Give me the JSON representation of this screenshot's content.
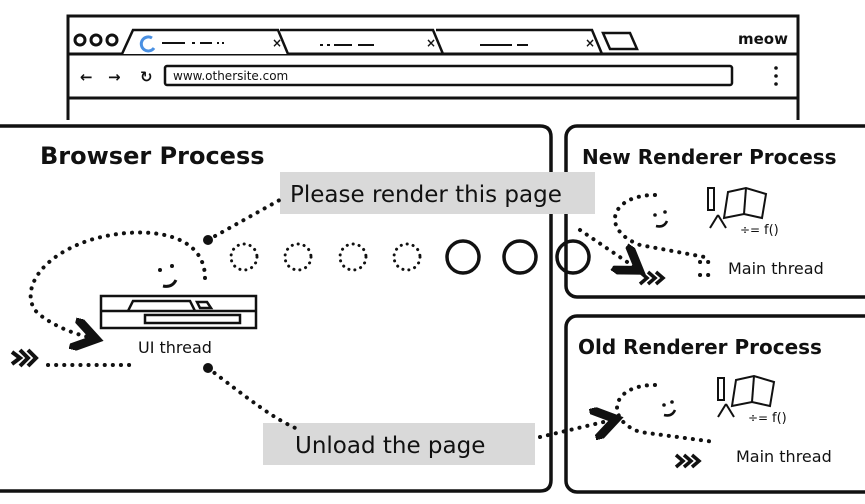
{
  "browser_mock": {
    "brand": "meow",
    "url": "www.othersite.com",
    "spinner_color": "#4a90e2"
  },
  "browser_process": {
    "title": "Browser Process",
    "ui_thread_label": "UI thread",
    "message_render": "Please render this page",
    "message_unload": "Unload the page"
  },
  "new_renderer": {
    "title": "New Renderer Process",
    "main_thread_label": "Main thread"
  },
  "old_renderer": {
    "title": "Old Renderer Process",
    "main_thread_label": "Main thread"
  },
  "colors": {
    "message_bg": "#d9d9d9",
    "ink": "#111111"
  }
}
